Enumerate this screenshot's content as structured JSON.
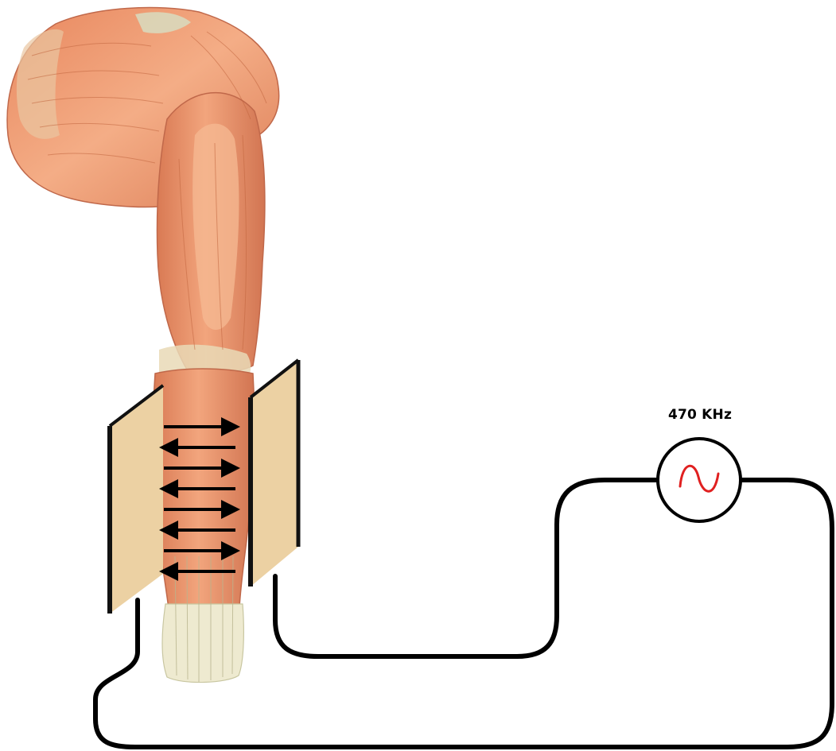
{
  "generator": {
    "frequency_label": "470 KHz",
    "icon": "ac-sine-source-icon"
  },
  "arrows": {
    "directions": [
      "right",
      "left",
      "right",
      "left",
      "right",
      "left",
      "right",
      "left"
    ]
  },
  "colors": {
    "wire": "#000000",
    "electrode_fill": "#ecd1a3",
    "electrode_edge": "#111111",
    "sine_wave": "#e02020",
    "muscle_base": "#e8916a",
    "muscle_light": "#f4b089",
    "muscle_dark": "#c96e4a",
    "tendon": "#e8e5c4"
  }
}
